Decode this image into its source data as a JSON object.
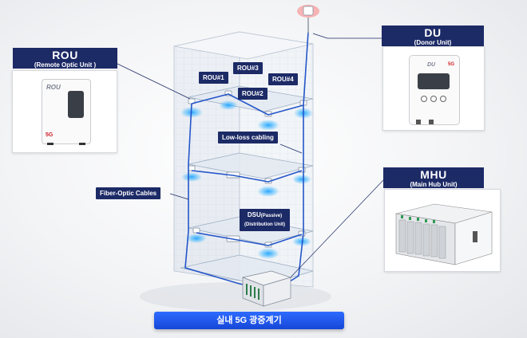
{
  "rou_panel": {
    "title": "ROU",
    "subtitle": "(Remote Optic Unit )",
    "device_logo": "ROU",
    "badge": "5G"
  },
  "du_panel": {
    "title": "DU",
    "subtitle": "(Donor Unit)",
    "device_logo": "DU",
    "badge": "5G"
  },
  "mhu_panel": {
    "title": "MHU",
    "subtitle": "(Main Hub Unit)"
  },
  "callouts": {
    "rou1": "ROU#1",
    "rou2": "ROU#2",
    "rou3": "ROU#3",
    "rou4": "ROU#4",
    "low_loss": "Low-loss cabling",
    "fiber": "Fiber-Optic Cables",
    "dsu_title": "DSU",
    "dsu_passive": "(Passive)",
    "dsu_sub": "(Distribution Unit)"
  },
  "banner": "실내 5G 광중계기",
  "colors": {
    "navy": "#1c2a66",
    "banner_blue": "#1f56ec",
    "fiber_blue": "#2456c9",
    "signal_glow": "#2fa8ff",
    "badge_red": "#d0202a"
  }
}
